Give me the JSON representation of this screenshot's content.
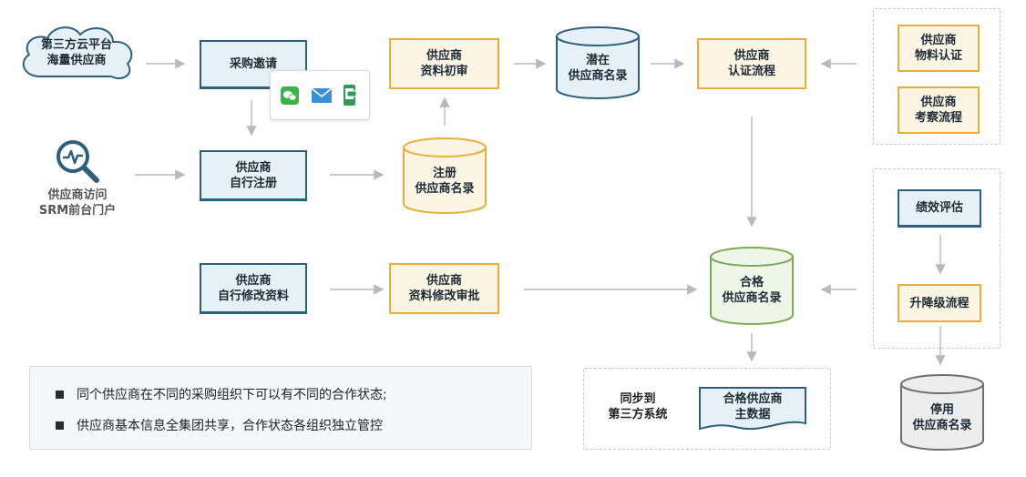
{
  "cloud": {
    "label": "第三方云平台\n海量供应商"
  },
  "portal": {
    "label": "供应商访问\nSRM前台门户"
  },
  "boxes": {
    "purchase_invite": "采购邀请",
    "self_register": "供应商\n自行注册",
    "self_modify": "供应商\n自行修改资料",
    "initial_review": "供应商\n资料初审",
    "modify_approval": "供应商\n资料修改审批",
    "certification_flow": "供应商\n认证流程",
    "material_cert": "供应商\n物料认证",
    "inspection_flow": "供应商\n考察流程",
    "performance_eval": "绩效评估",
    "level_flow": "升降级流程"
  },
  "cylinders": {
    "potential": "潜在\n供应商名录",
    "registered": "注册\n供应商名录",
    "qualified": "合格\n供应商名录",
    "disabled": "停用\n供应商名录"
  },
  "sync": {
    "label": "同步到\n第三方系统",
    "doc": "合格供应商\n主数据"
  },
  "notes": [
    "同个供应商在不同的采购组织下可以有不同的合作状态;",
    "供应商基本信息全集团共享，合作状态各组织独立管控"
  ],
  "colors": {
    "blue_border": "#2f5f7a",
    "blue_fill": "#e6f1f7",
    "orange_border": "#e6ae3e",
    "orange_fill": "#fdf5e3",
    "green_border": "#7aab56",
    "green_fill": "#eef6e7",
    "gray_border": "#6f6f6f",
    "gray_fill": "#ededed",
    "arrow": "#b9b9b9"
  }
}
